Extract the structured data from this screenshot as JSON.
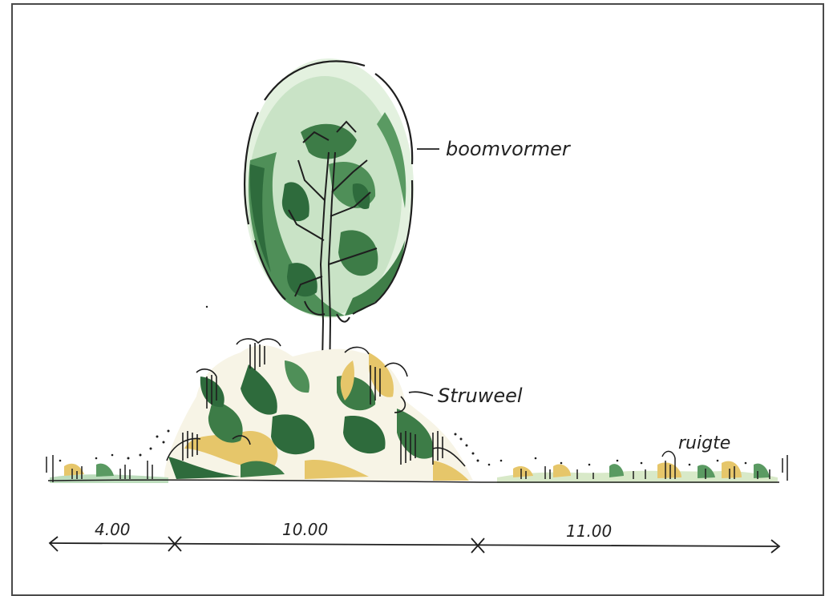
{
  "labels": {
    "tree": "boomvormer",
    "shrub": "Struweel",
    "grass": "ruigte"
  },
  "dimensions": [
    "4.00",
    "10.00",
    "11.00"
  ],
  "colors": {
    "dark_green": "#2e6b3c",
    "mid_green": "#5a9a62",
    "light_green": "#bcdcbc",
    "pale_green": "#e2f0de",
    "yellow": "#e6c66a",
    "ink": "#1e1e1e"
  }
}
